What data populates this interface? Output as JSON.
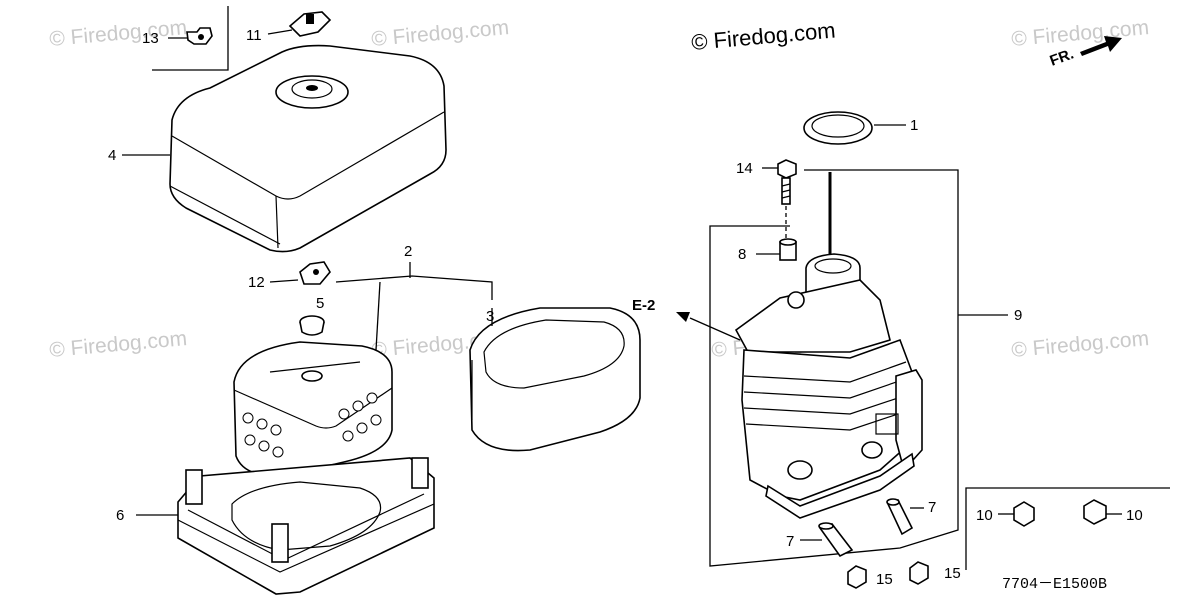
{
  "watermarks": {
    "top_left": "© Firedog.com",
    "top_middle": "© Firedog.com",
    "top_center_dark": "© Firedog.com",
    "top_right": "© Firedog.com",
    "mid_left": "© Firedog.com",
    "mid_center": "© Firedog.com",
    "mid_right_center": "© Firedog.com",
    "mid_right": "© Firedog.com"
  },
  "direction_indicator": {
    "label": "FR."
  },
  "callouts": {
    "c1": "1",
    "c2": "2",
    "c3": "3",
    "c4": "4",
    "c5": "5",
    "c6": "6",
    "c7a": "7",
    "c7b": "7",
    "c8": "8",
    "c9": "9",
    "c10a": "10",
    "c10b": "10",
    "c11": "11",
    "c12": "12",
    "c13": "13",
    "c14": "14",
    "c15a": "15",
    "c15b": "15"
  },
  "reference_label": "E-2",
  "diagram_code": "7704－E1500B"
}
